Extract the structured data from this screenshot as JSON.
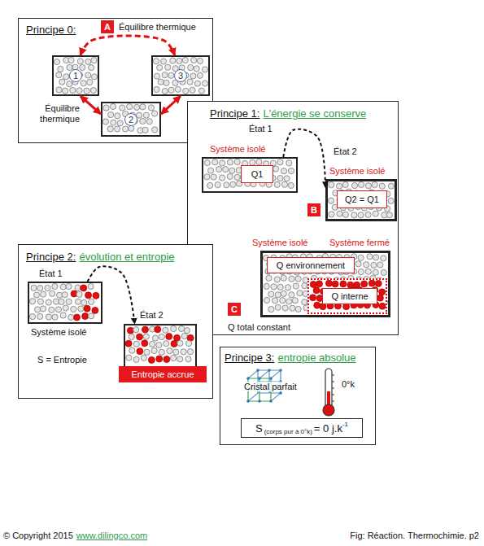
{
  "diagram": {
    "caption": "Fig: Réaction. Thermochimie. p2",
    "nodes": [
      {
        "text": [
          "Principe 0:"
        ]
      },
      {
        "text": [
          "1"
        ],
        "in": 0
      },
      {
        "text": [
          "3"
        ],
        "in": 0
      },
      {
        "text": [
          "2"
        ],
        "in": 0
      },
      {
        "text": [
          "Principe 1:",
          "L'énergie se conserve"
        ]
      },
      {
        "text": [
          "Système isolé"
        ],
        "in": 4
      },
      {
        "text": [
          "Q1"
        ],
        "in": 5
      },
      {
        "text": [
          "Système isolé"
        ],
        "in": 4
      },
      {
        "text": [
          "Q2 = Q1"
        ],
        "in": 7
      },
      {
        "text": [
          "Système isolé"
        ],
        "in": 4
      },
      {
        "text": [
          "Q environnement"
        ],
        "in": 9
      },
      {
        "text": [
          "Système fermé"
        ],
        "in": 9
      },
      {
        "text": [
          "Q interne"
        ],
        "in": 11
      },
      {
        "text": [
          "Principe 2:",
          "évolution et entropie"
        ]
      },
      {
        "text": [
          "État 1",
          "Système isolé"
        ],
        "in": 13
      },
      {
        "text": [
          "État 2"
        ],
        "in": 13
      },
      {
        "text": [
          "Entropie accrue"
        ],
        "in": 13
      },
      {
        "text": [
          "Principe 3:",
          "entropie absolue"
        ]
      },
      {
        "text": [
          "S",
          "(corps pur à 0°k)",
          "= 0 j.k",
          "-1"
        ],
        "in": 17
      }
    ],
    "edges": [
      {
        "from": 1,
        "to": 2,
        "arrow": "both"
      },
      {
        "from": 1,
        "to": 3,
        "arrow": "both"
      },
      {
        "from": 3,
        "to": 2,
        "arrow": "both"
      },
      {
        "from": 5,
        "to": 7,
        "arrow": "to"
      },
      {
        "from": 14,
        "to": 15,
        "arrow": "to"
      }
    ],
    "labels": [
      "A",
      "Équilibre thermique",
      "Équilibre thermique",
      "État 1",
      "État 2",
      "B",
      "C",
      "Q total constant",
      "S = Entropie",
      "Cristal parfait",
      "0°k",
      "© Copyright 2015",
      "www.dilingco.com"
    ]
  }
}
